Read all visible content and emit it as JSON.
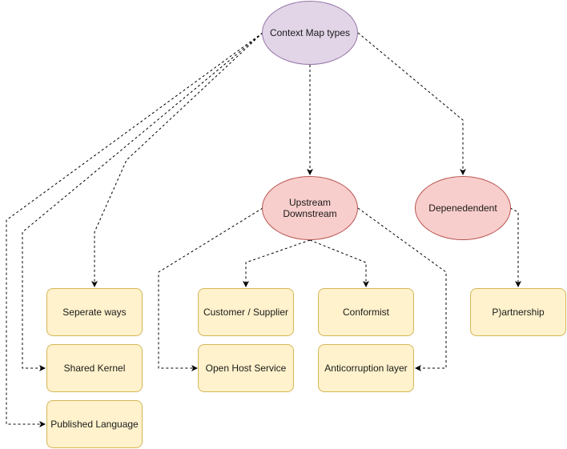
{
  "nodes": {
    "root": "Context Map types",
    "upstream_line1": "Upstream",
    "upstream_line2": "Downstream",
    "dependent": "Depenedendent",
    "separate_ways": "Seperate ways",
    "shared_kernel": "Shared Kernel",
    "published_language": "Published Language",
    "customer_supplier": "Customer / Supplier",
    "open_host_service": "Open Host Service",
    "conformist": "Conformist",
    "anticorruption_layer": "Anticorruption layer",
    "partnership": "P)artnership"
  },
  "colors": {
    "root_fill": "#e1d5e7",
    "root_stroke": "#9673a6",
    "category_fill": "#f8cecc",
    "category_stroke": "#b85450",
    "leaf_fill": "#fff2cc",
    "leaf_stroke": "#d6b656",
    "edge": "#000000"
  },
  "edges": [
    [
      "root",
      "upstream"
    ],
    [
      "root",
      "dependent"
    ],
    [
      "root",
      "separate_ways"
    ],
    [
      "root",
      "shared_kernel"
    ],
    [
      "root",
      "published_language"
    ],
    [
      "upstream",
      "customer_supplier"
    ],
    [
      "upstream",
      "conformist"
    ],
    [
      "upstream",
      "open_host_service"
    ],
    [
      "upstream",
      "anticorruption_layer"
    ],
    [
      "dependent",
      "partnership"
    ]
  ]
}
